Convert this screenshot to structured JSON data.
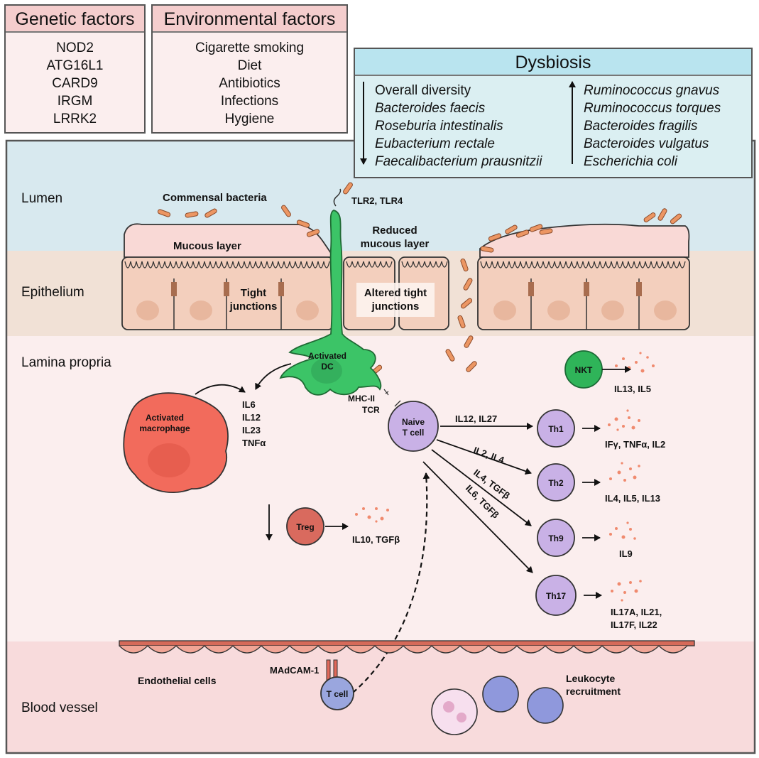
{
  "genetic": {
    "title": "Genetic factors",
    "items": [
      "NOD2",
      "ATG16L1",
      "CARD9",
      "IRGM",
      "LRRK2"
    ]
  },
  "environmental": {
    "title": "Environmental factors",
    "items": [
      "Cigarette smoking",
      "Diet",
      "Antibiotics",
      "Infections",
      "Hygiene"
    ]
  },
  "dysbiosis": {
    "title": "Dysbiosis",
    "decreased": [
      "Overall diversity",
      "Bacteroides faecis",
      "Roseburia intestinalis",
      "Eubacterium rectale",
      "Faecalibacterium prausnitzii"
    ],
    "increased": [
      "Ruminococcus gnavus",
      "Ruminococcus torques",
      "Bacteroides fragilis",
      "Bacteroides vulgatus",
      "Escherichia coli"
    ]
  },
  "regions": {
    "lumen": "Lumen",
    "epithelium": "Epithelium",
    "lamina_propria": "Lamina propria",
    "blood_vessel": "Blood vessel"
  },
  "labels": {
    "commensal": "Commensal bacteria",
    "mucous": "Mucous layer",
    "reduced_mucous_1": "Reduced",
    "reduced_mucous_2": "mucous layer",
    "tlr": "TLR2, TLR4",
    "tight_1": "Tight",
    "tight_2": "junctions",
    "altered_1": "Altered tight",
    "altered_2": "junctions",
    "dc_1": "Activated",
    "dc_2": "DC",
    "macrophage_1": "Activated",
    "macrophage_2": "macrophage",
    "cytokines_mac": [
      "IL6",
      "IL12",
      "IL23",
      "TNFα"
    ],
    "mhc": "MHC-II",
    "tcr": "TCR",
    "naive_1": "Naive",
    "naive_2": "T cell",
    "nkt": "NKT",
    "nkt_out": "IL13, IL5",
    "th1": "Th1",
    "th1_in": "IL12, IL27",
    "th1_out": "IFγ, TNFα, IL2",
    "th2": "Th2",
    "th2_in": "IL2, IL4",
    "th2_out": "IL4, IL5, IL13",
    "th9": "Th9",
    "th9_in": "IL4, TGFβ",
    "th9_out": "IL9",
    "th17": "Th17",
    "th17_in": "IL6, TGFβ",
    "th17_out_1": "IL17A, IL21,",
    "th17_out_2": "IL17F, IL22",
    "treg": "Treg",
    "treg_out": "IL10, TGFβ",
    "endothelial": "Endothelial cells",
    "madcam": "MAdCAM-1",
    "tcell": "T cell",
    "leuko_1": "Leukocyte",
    "leuko_2": "recruitment"
  },
  "colors": {
    "lumen": "#d8e9ef",
    "epithelium": "#f1e1d6",
    "lamina": "#fbeeee",
    "blood": "#f8dbdc",
    "dc": "#3cc467",
    "macrophage": "#f26b5c",
    "tcell": "#c9b1e6",
    "treg": "#d96a5e",
    "nkt": "#2fb459",
    "bacteria": "#ec9663"
  }
}
